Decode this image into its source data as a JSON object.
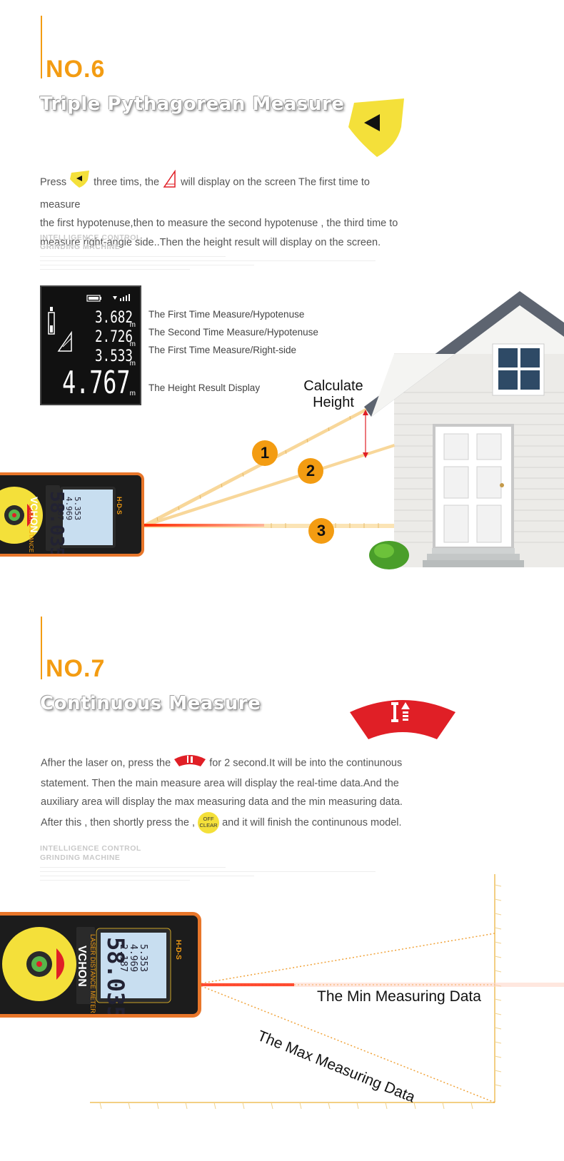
{
  "section6": {
    "number": "NO.6",
    "title": "Triple Pythagorean Measure",
    "para_lines": [
      "the first hypotenuse,then to measure the second hypotenuse , the third time to",
      "measure right-angle side..Then the height result will  display on the screen."
    ],
    "para_press": "Press",
    "para_three": "three tims, the",
    "para_display": "will display on the screen The first time to measure",
    "watermark": [
      "INTELLIGENCE CONTROL",
      "GRINDING MACHINE"
    ],
    "lcd": {
      "row1": "3.682",
      "row2": "2.726",
      "row3": "3.533",
      "main": "4.767",
      "unit": "m"
    },
    "legend": [
      "The First Time Measure/Hypotenuse",
      "The Second Time Measure/Hypotenuse",
      "The First Time Measure/Right-side",
      "The Height Result Display"
    ],
    "callout_line1": "Calculate",
    "callout_line2": "Height",
    "markers": [
      "1",
      "2",
      "3"
    ]
  },
  "section7": {
    "number": "NO.7",
    "title": "Continuous Measure",
    "para_l1a": "Afher the laser on, press the",
    "para_l1b": "for 2 second.It will be into the continunous",
    "para_l2": "statement. Then the main measure area will display the real-time data.And the",
    "para_l3": "auxiliary area will display the max measuring data and the min measuring data.",
    "para_l4a": "After this , then  shortly  press  the ,",
    "para_l4b": "and it will finish the continunous model.",
    "off_clear": [
      "OFF",
      "CLEAR"
    ],
    "watermark": [
      "INTELLIGENCE CONTROL",
      "GRINDING MACHINE"
    ],
    "min_label": "The Min Measuring Data",
    "max_label": "The Max Measuring Data"
  },
  "device": {
    "brand": "VCHON",
    "subtitle": "LASER DISTANCE METER",
    "model": "H-D-S",
    "reading": "58.035",
    "sub1": "5.353",
    "sub2": "4.969",
    "sub3": "2.187"
  },
  "colors": {
    "accent": "#f39c12",
    "yellow": "#f4e03a",
    "red": "#e01f26",
    "laser": "#ff3b1f",
    "device_orange": "#e8762a"
  }
}
